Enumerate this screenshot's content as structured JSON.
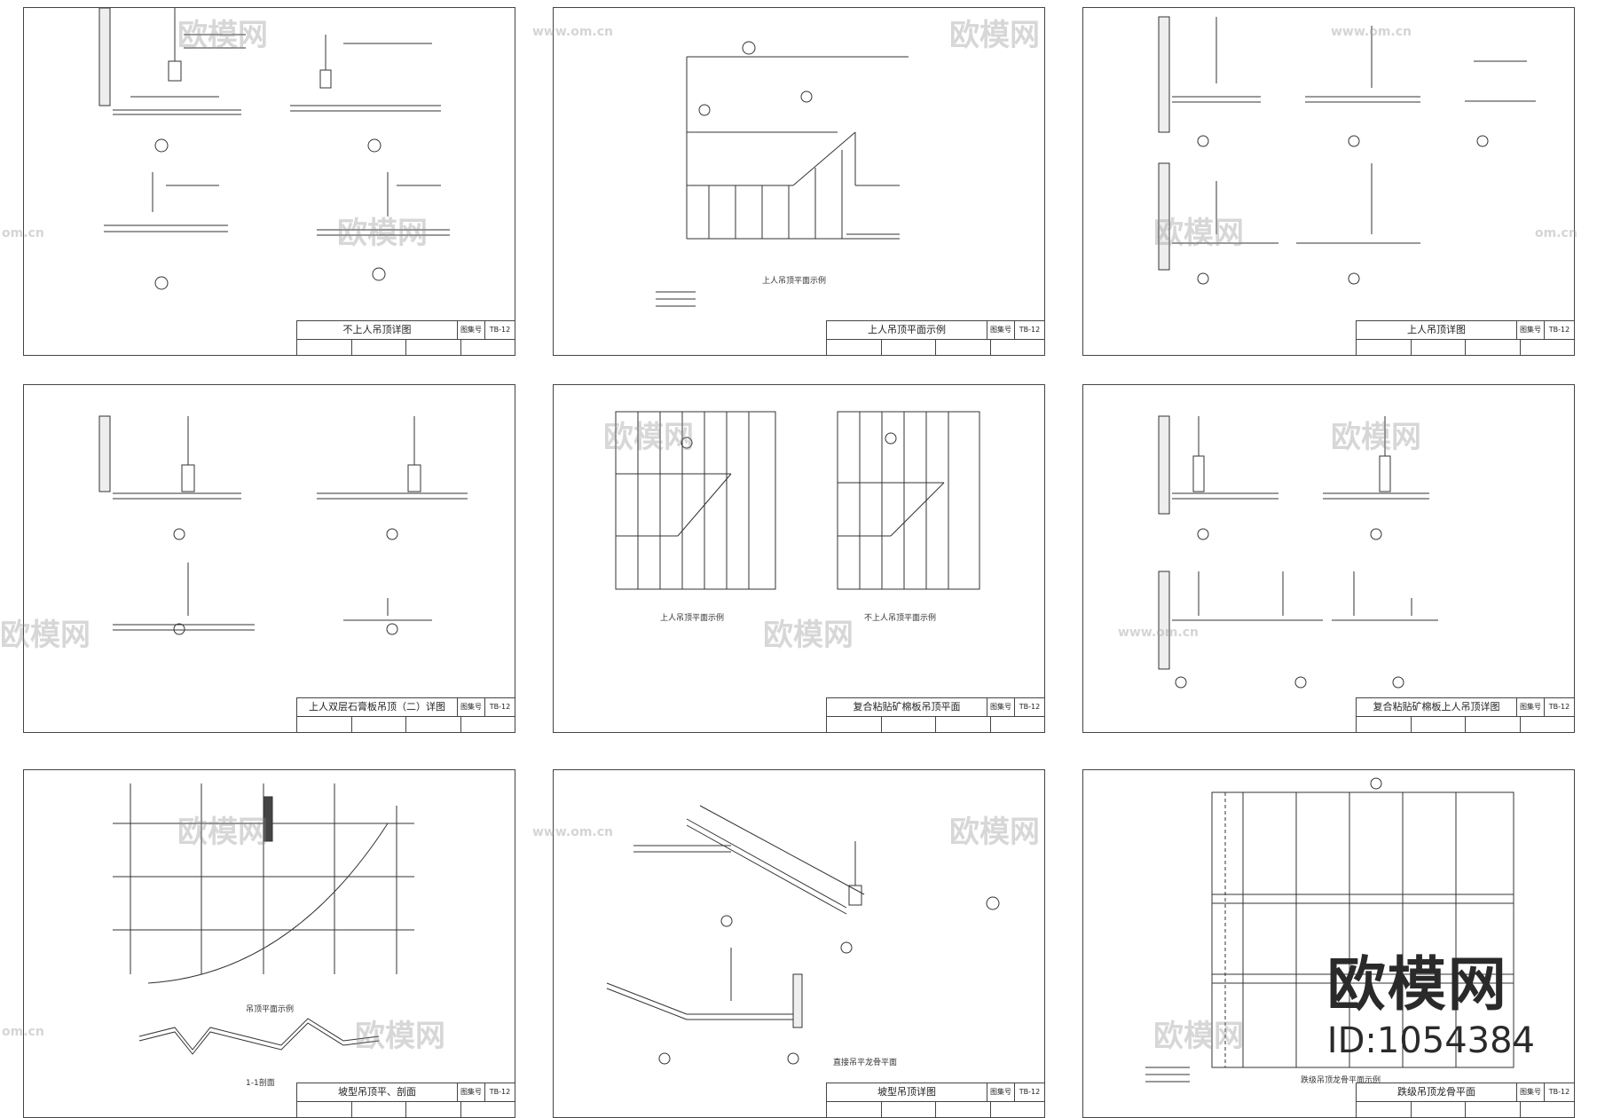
{
  "sheets": [
    {
      "title": "不上人吊顶详图",
      "code": "TB-12",
      "code_label": "图集号",
      "captions": []
    },
    {
      "title": "上人吊顶平面示例",
      "code": "TB-12",
      "code_label": "图集号",
      "captions": [
        "上人吊顶平面示例"
      ]
    },
    {
      "title": "上人吊顶详图",
      "code": "TB-12",
      "code_label": "图集号",
      "captions": []
    },
    {
      "title": "上人双层石膏板吊顶（二）详图",
      "code": "TB-12",
      "code_label": "图集号",
      "captions": []
    },
    {
      "title": "复合粘贴矿棉板吊顶平面",
      "code": "TB-12",
      "code_label": "图集号",
      "captions": [
        "上人吊顶平面示例",
        "不上人吊顶平面示例"
      ]
    },
    {
      "title": "复合粘贴矿棉板上人吊顶详图",
      "code": "TB-12",
      "code_label": "图集号",
      "captions": []
    },
    {
      "title": "坡型吊顶平、剖面",
      "code": "TB-12",
      "code_label": "图集号",
      "captions": [
        "吊顶平面示例",
        "1-1剖面"
      ]
    },
    {
      "title": "坡型吊顶详图",
      "code": "TB-12",
      "code_label": "图集号",
      "captions": [
        "直接吊平龙骨平面"
      ]
    },
    {
      "title": "跌级吊顶龙骨平面",
      "code": "TB-12",
      "code_label": "图集号",
      "captions": [
        "跌级吊顶龙骨平面示例"
      ]
    }
  ],
  "watermark": {
    "brand": "欧模网",
    "url": "www.om.cn",
    "short": "om.cn",
    "id": "ID:1054384"
  }
}
